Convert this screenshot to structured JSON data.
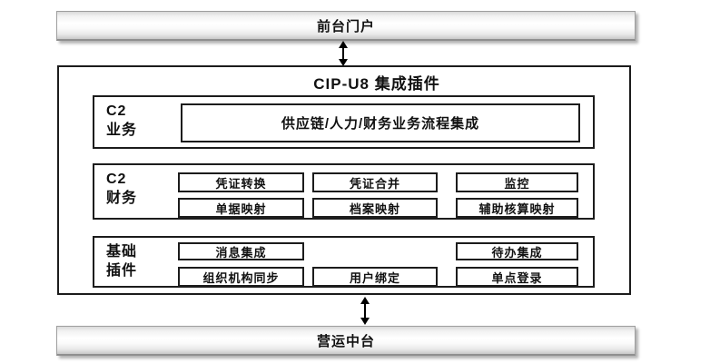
{
  "colors": {
    "box_border": "#1c1c1c",
    "bar_border": "#9e9e9e",
    "bar_gradient_light": "#ffffff",
    "bar_gradient_dark": "#c9c9c9",
    "arrow": "#000000",
    "background": "#ffffff",
    "text": "#111111"
  },
  "top_bar": {
    "label": "前台门户"
  },
  "bottom_bar": {
    "label": "营运中台"
  },
  "main": {
    "title": "CIP-U8 集成插件",
    "rows": [
      {
        "label_line1": "C2",
        "label_line2": "业务",
        "boxes": [
          {
            "text": "供应链/人力/财务业务流程集成"
          }
        ]
      },
      {
        "label_line1": "C2",
        "label_line2": "财务",
        "boxes": [
          {
            "text": "凭证转换"
          },
          {
            "text": "凭证合并"
          },
          {
            "text": "监控"
          },
          {
            "text": "单据映射"
          },
          {
            "text": "档案映射"
          },
          {
            "text": "辅助核算映射"
          }
        ]
      },
      {
        "label_line1": "基础",
        "label_line2": "插件",
        "boxes": [
          {
            "text": "消息集成"
          },
          {
            "text": "待办集成"
          },
          {
            "text": "组织机构同步"
          },
          {
            "text": "用户绑定"
          },
          {
            "text": "单点登录"
          }
        ]
      }
    ]
  }
}
